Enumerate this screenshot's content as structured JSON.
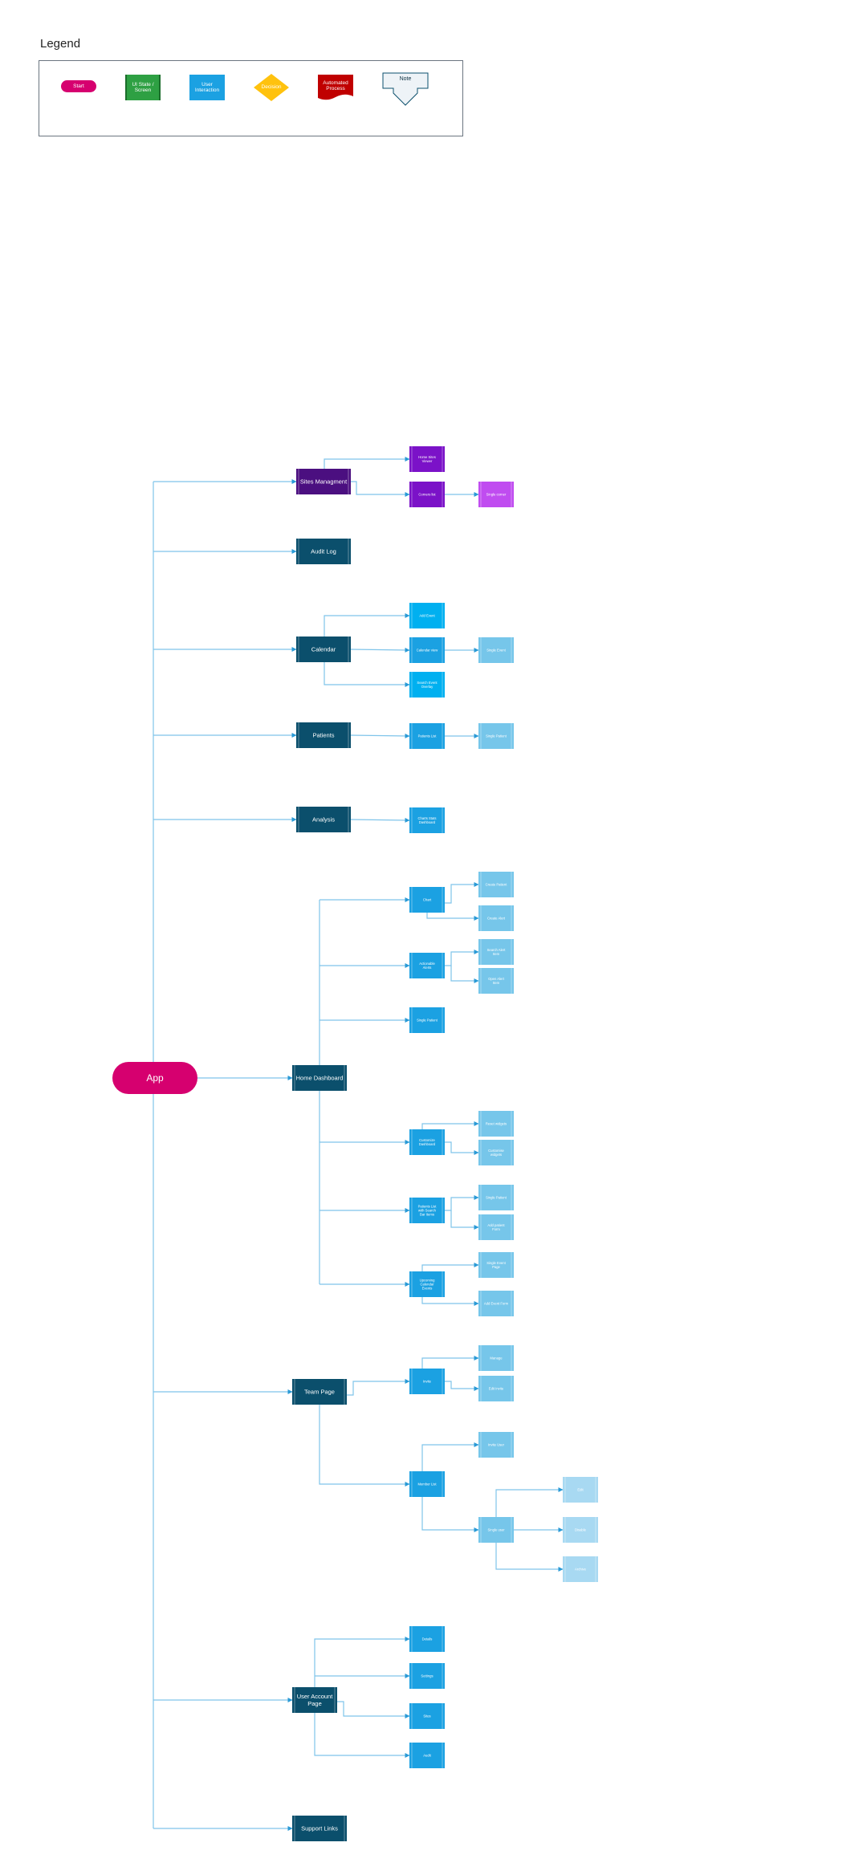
{
  "legend": {
    "title": "Legend",
    "start": "Start",
    "ui_state": "UI State / Screen",
    "user_interaction": "User Interaction",
    "decision": "Decision",
    "automated": "Automated Process",
    "note": "Note"
  },
  "colors": {
    "start": "#d6006f",
    "ui_green": "#2ea043",
    "interaction": "#1ba1e2",
    "decision": "#ffc20e",
    "automated": "#c00000",
    "primary": "#0b4f6c",
    "purple_dark": "#4b0f80",
    "purple": "#7b12c8",
    "purple_light": "#c04cf0",
    "bright": "#00b0f0",
    "mid": "#1ba1e2",
    "light": "#76c6ea",
    "lighter": "#a8d9f2",
    "connector": "#7fc4ea"
  },
  "nodes": {
    "app": "App",
    "sites": "Sites Managment",
    "audit": "Audit Log",
    "calendar": "Calendar",
    "patients": "Patients",
    "analysis": "Analysis",
    "home": "Home Dashboard",
    "team": "Team Page",
    "account": "User Account Page",
    "support": "Support Links",
    "sites_a": "Home Sites Viewer",
    "sites_b": "Corners list",
    "sites_c": "Single corner",
    "cal_a": "Add Event",
    "cal_b": "Calendar view",
    "cal_c": "Search Event Overlay",
    "cal_d": "Single Event",
    "pat_a": "Patients List",
    "pat_b": "Single Patient",
    "ana_a": "Charts Stats Dashboard",
    "h_chart": "Chart",
    "h_chart_a": "Create Patient",
    "h_chart_b": "Create Alert",
    "h_act": "Actionable Alerts",
    "h_act_a": "Search Alert Item",
    "h_act_b": "Open Alert Item",
    "h_single": "Single Patient",
    "h_cust": "Customize Dashboard",
    "h_cust_a": "Reset widgets",
    "h_cust_b": "Customise widgets",
    "h_plist": "Patients List with Search Bar Items",
    "h_plist_a": "Single Patient",
    "h_plist_b": "Add patient Form",
    "h_upc": "Upcoming Calendar Events",
    "h_upc_a": "Single Event Page",
    "h_upc_b": "Add Event Form",
    "t_invite": "Invite",
    "t_invite_a": "Manage",
    "t_invite_b": "Edit Invite",
    "t_member": "Member List",
    "t_member_a": "Invite User",
    "t_single": "Single user",
    "t_single_a": "Edit",
    "t_single_b": "Disable",
    "t_single_c": "Archive",
    "u_a": "Details",
    "u_b": "Settings",
    "u_c": "Sites",
    "u_d": "Audit"
  }
}
